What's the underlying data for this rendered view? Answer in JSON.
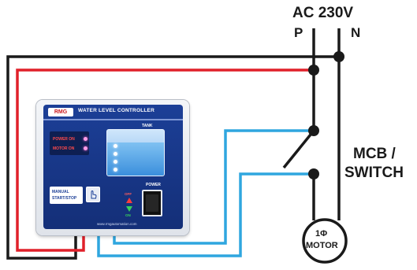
{
  "supply": {
    "title": "AC 230V",
    "phase": "P",
    "neutral": "N"
  },
  "switch": {
    "line1": "MCB /",
    "line2": "SWITCH"
  },
  "motor": {
    "line1": "1Φ",
    "line2": "MOTOR"
  },
  "controller": {
    "brand": "RMG",
    "title": "WATER LEVEL CONTROLLER",
    "power_on": "POWER ON",
    "motor_on": "MOTOR ON",
    "tank_label": "TANK",
    "manual_line1": "MANUAL",
    "manual_line2": "START/STOP",
    "power_label": "POWER",
    "off_label": "OFF",
    "on_label": "ON",
    "website": "www.rmgautomation.com"
  },
  "colors": {
    "black_wire": "#1a1a1a",
    "red_wire": "#e0202a",
    "blue_wire": "#2fa6df",
    "panel": "#1c3f97"
  }
}
